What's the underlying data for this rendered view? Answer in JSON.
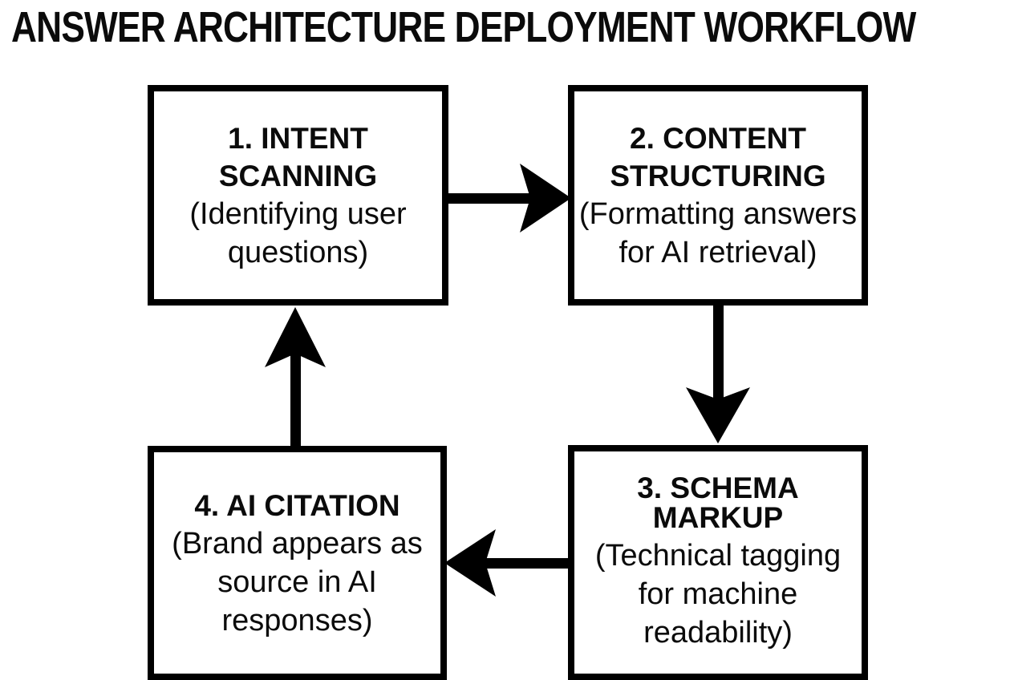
{
  "title": "ANSWER ARCHITECTURE DEPLOYMENT WORKFLOW",
  "colors": {
    "ink": "#0b0b0b",
    "border": "#000000",
    "background": "#ffffff"
  },
  "steps": [
    {
      "name": "intent-scanning",
      "heading_lines": [
        "1. INTENT",
        "SCANNING"
      ],
      "desc_lines": [
        "(Identifying user",
        "questions)"
      ]
    },
    {
      "name": "content-structuring",
      "heading_lines": [
        "2. CONTENT",
        "STRUCTURING"
      ],
      "desc_lines": [
        "(Formatting answers",
        "for AI retrieval)"
      ]
    },
    {
      "name": "schema-markup",
      "heading_lines": [
        "3. SCHEMA",
        "MARKUP"
      ],
      "desc_lines": [
        "(Technical tagging",
        "for machine",
        "readability)"
      ]
    },
    {
      "name": "ai-citation",
      "heading_lines": [
        "4. AI CITATION"
      ],
      "desc_lines": [
        "(Brand appears as",
        "source in AI",
        "responses)"
      ]
    }
  ],
  "flow": [
    {
      "from": "1. INTENT SCANNING",
      "to": "2. CONTENT STRUCTURING",
      "direction": "right"
    },
    {
      "from": "2. CONTENT STRUCTURING",
      "to": "3. SCHEMA MARKUP",
      "direction": "down"
    },
    {
      "from": "3. SCHEMA MARKUP",
      "to": "4. AI CITATION",
      "direction": "left"
    },
    {
      "from": "4. AI CITATION",
      "to": "1. INTENT SCANNING",
      "direction": "up"
    }
  ]
}
